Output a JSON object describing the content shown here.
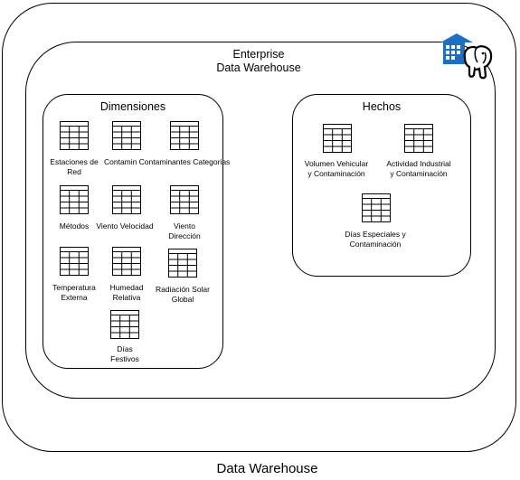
{
  "diagram": {
    "main_title_line1": "Enterprise",
    "main_title_line2": "Data Warehouse",
    "dimensiones": {
      "title": "Dimensiones",
      "items": [
        {
          "label": "Estaciones de Red"
        },
        {
          "label": "Contaminantes"
        },
        {
          "label": "Contaminantes Categorias"
        },
        {
          "label": "Métodos"
        },
        {
          "label": "Viento Velocidad"
        },
        {
          "label": "Viento Dirección"
        },
        {
          "label": "Temperatura Externa"
        },
        {
          "label": "Humedad Relativa"
        },
        {
          "label": "Radiación Solar Global"
        },
        {
          "label": "Días Festivos"
        }
      ]
    },
    "hechos": {
      "title": "Hechos",
      "items": [
        {
          "label": "Volumen Vehicular y Contaminación"
        },
        {
          "label": "Actividad Industrial y Contaminación"
        },
        {
          "label": "Días Especiales y Contaminación"
        }
      ]
    },
    "footer_title": "Data Warehouse",
    "colors": {
      "table_stroke": "#000000",
      "warehouse_icon": "#1e6fc2",
      "elephant_icon": "#000000"
    },
    "icons": [
      "table-icon",
      "warehouse-icon",
      "postgresql-elephant-icon"
    ]
  }
}
